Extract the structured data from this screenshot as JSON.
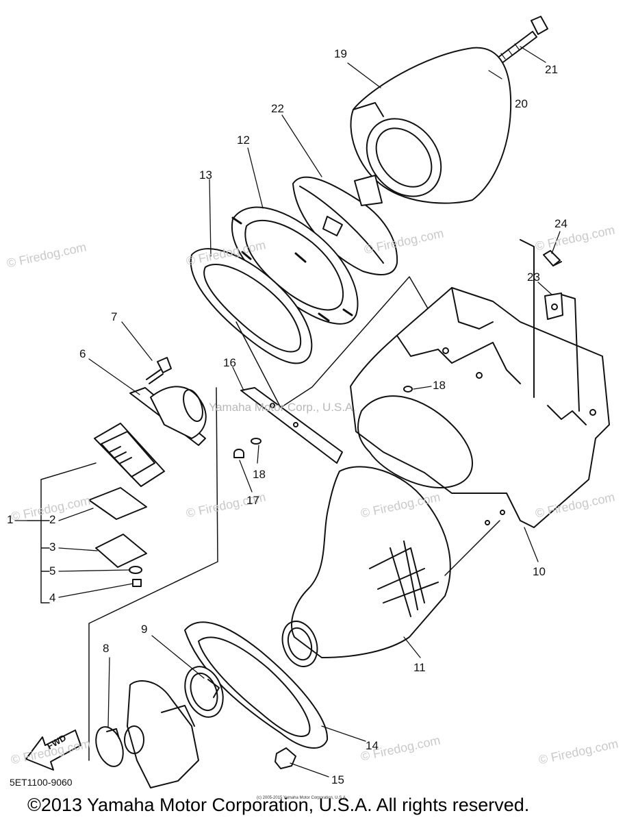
{
  "watermarks": {
    "firedog": "© Firedog.com",
    "center": "Yamaha Motor Corp., U.S.A."
  },
  "callouts": {
    "c1": "1",
    "c2": "2",
    "c3": "3",
    "c4": "4",
    "c5": "5",
    "c6": "6",
    "c7": "7",
    "c8": "8",
    "c9": "9",
    "c10": "10",
    "c11": "11",
    "c12": "12",
    "c13": "13",
    "c14": "14",
    "c15": "15",
    "c16": "16",
    "c17": "17",
    "c18a": "18",
    "c18b": "18",
    "c19": "19",
    "c20": "20",
    "c21": "21",
    "c22": "22",
    "c23": "23",
    "c24": "24"
  },
  "fwd_label": "FWD",
  "diagram_code": "5ET1100-9060",
  "small_copyright": "(c) 2005-2015 Yamaha Motor Corporation, U.S.A.",
  "copyright": "©2013 Yamaha Motor Corporation, U.S.A. All rights reserved."
}
